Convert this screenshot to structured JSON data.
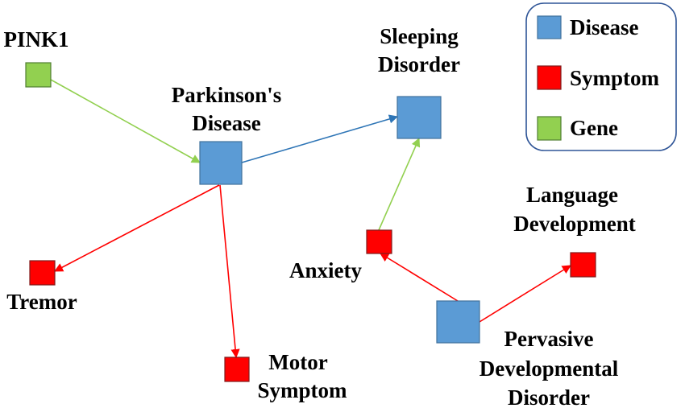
{
  "colors": {
    "disease": "#5B9BD5",
    "disease_stroke": "#41719C",
    "symptom": "#FF0000",
    "symptom_stroke": "#7F1A1A",
    "gene": "#92D050",
    "gene_stroke": "#507E32",
    "edge_blue": "#2E75B6",
    "edge_red": "#FF0000",
    "edge_green": "#92D050",
    "legend_border": "#2F5597"
  },
  "legend": {
    "disease": "Disease",
    "symptom": "Symptom",
    "gene": "Gene"
  },
  "nodes": {
    "pink1": {
      "type": "gene",
      "label": [
        "PINK1"
      ]
    },
    "parkinsons": {
      "type": "disease",
      "label": [
        "Parkinson's",
        "Disease"
      ]
    },
    "sleeping": {
      "type": "disease",
      "label": [
        "Sleeping",
        "Disorder"
      ]
    },
    "tremor": {
      "type": "symptom",
      "label": [
        "Tremor"
      ]
    },
    "motor": {
      "type": "symptom",
      "label": [
        "Motor",
        "Symptom"
      ]
    },
    "anxiety": {
      "type": "symptom",
      "label": [
        "Anxiety"
      ]
    },
    "language": {
      "type": "symptom",
      "label": [
        "Language",
        "Development"
      ]
    },
    "pervasive": {
      "type": "disease",
      "label": [
        "Pervasive",
        "Developmental",
        "Disorder"
      ]
    }
  },
  "edges": [
    {
      "from": "pink1",
      "to": "parkinsons",
      "color": "green"
    },
    {
      "from": "parkinsons",
      "to": "sleeping",
      "color": "blue"
    },
    {
      "from": "parkinsons",
      "to": "tremor",
      "color": "red"
    },
    {
      "from": "parkinsons",
      "to": "motor",
      "color": "red"
    },
    {
      "from": "anxiety",
      "to": "sleeping",
      "color": "green"
    },
    {
      "from": "pervasive",
      "to": "anxiety",
      "color": "red"
    },
    {
      "from": "pervasive",
      "to": "language",
      "color": "red"
    }
  ]
}
